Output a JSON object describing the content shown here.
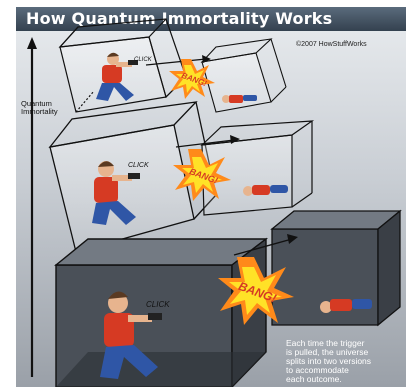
{
  "title": "How Quantum Immortality Works",
  "copyright": "©2007 HowStuffWorks",
  "axis_label_line1": "Quantum",
  "axis_label_line2": "Immortality",
  "sound_click": "CLICK",
  "sound_bang": "BANG!",
  "caption_lines": [
    "Each time the trigger",
    "is pulled, the universe",
    "splits into two versions",
    "to accommodate",
    "each outcome."
  ],
  "colors": {
    "title_bar": "#3f4d5c",
    "shirt": "#d63a23",
    "jeans": "#2f56a6",
    "skin": "#e7b48e",
    "bang_yellow": "#ffe227",
    "bang_orange": "#ff8a1a"
  }
}
